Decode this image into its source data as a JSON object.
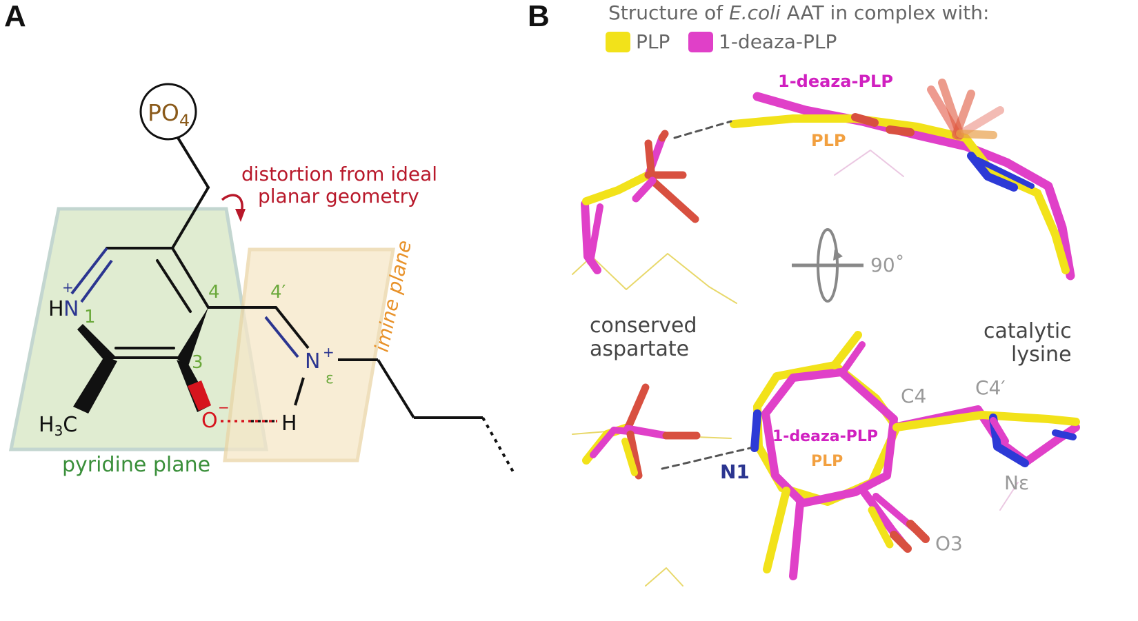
{
  "panel_a": {
    "letter": "A",
    "phosphate": "PO",
    "phosphate_sub": "4",
    "distortion_line1": "distortion from ideal",
    "distortion_line2": "planar geometry",
    "imine_plane": "imine plane",
    "pyridine_plane": "pyridine plane",
    "n1_h": "H",
    "n1_n": "N",
    "n1_charge": "+",
    "n1_num": "1",
    "c3_num": "3",
    "c4_num": "4",
    "c4p_num": "4′",
    "ne_n": "N",
    "ne_charge": "+",
    "ne_sub": "ε",
    "h_atom": "H",
    "o_atom": "O",
    "o_charge": "−",
    "methyl_h": "H",
    "methyl_sub": "3",
    "methyl_c": "C",
    "colors": {
      "pyridine_plane": "#dbe9c9",
      "imine_plane": "#f6e7c8",
      "red": "#c8202c",
      "green": "#6aa83a",
      "blue": "#2b3590",
      "orange": "#e8922a"
    }
  },
  "panel_b": {
    "letter": "B",
    "title_prefix": "Structure of ",
    "title_italic": "E.coli",
    "title_suffix": " AAT in complex with:",
    "legend": [
      {
        "label": "PLP",
        "color": "#f2e21a"
      },
      {
        "label": "1-deaza-PLP",
        "color": "#e040c8"
      }
    ],
    "rotation": "90˚",
    "top_label_deaza": "1-deaza-PLP",
    "top_label_plp": "PLP",
    "conserved_aspartate_1": "conserved",
    "conserved_aspartate_2": "aspartate",
    "catalytic_lysine_1": "catalytic",
    "catalytic_lysine_2": "lysine",
    "bottom_label_deaza": "1-deaza-PLP",
    "bottom_label_plp": "PLP",
    "atom_c4": "C4",
    "atom_c4p": "C4′",
    "atom_ne": "Nε",
    "atom_n1": "N1",
    "atom_o3": "O3"
  }
}
